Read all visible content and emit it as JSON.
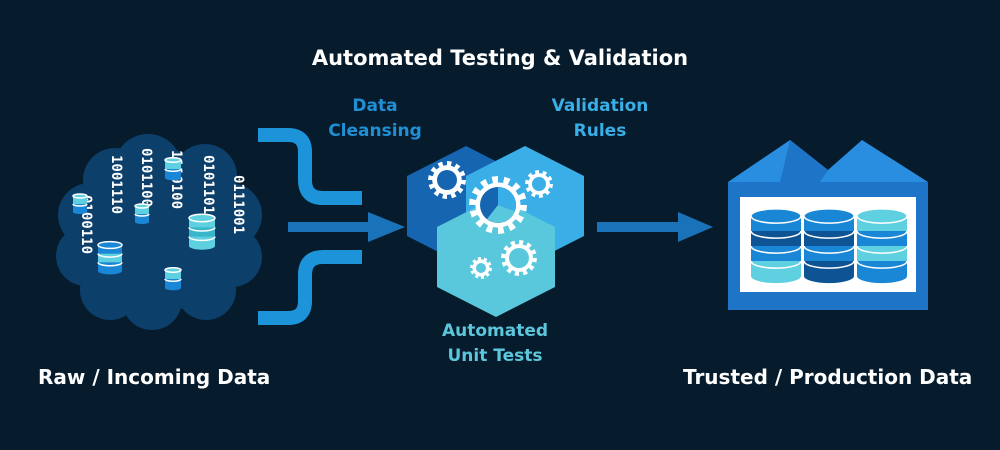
{
  "title": "Automated Testing & Validation",
  "stages": {
    "cleansing": [
      "Data",
      "Cleansing"
    ],
    "validation": [
      "Validation",
      "Rules"
    ],
    "unit_tests": [
      "Automated",
      "Unit Tests"
    ]
  },
  "captions": {
    "source": "Raw / Incoming Data",
    "target": "Trusted / Production Data"
  },
  "binary_columns": [
    "0100110",
    "1001110",
    "0101100",
    "1110100",
    "01011010",
    "0111001"
  ],
  "colors": {
    "background": "#061b2b",
    "cloud": "#0d3f6b",
    "cloud_digits": "#ffffff",
    "arrow": "#1a73b8",
    "funnel": "#1d93d9",
    "hex_dark": "#1565b0",
    "hex_light": "#3aaee6",
    "hex_teal": "#5ac8dc",
    "warehouse": "#1e75c8",
    "warehouse_roof": "#2a8ee0",
    "db_dark": "#0e5494",
    "db_mid": "#1a86d6",
    "db_light": "#5fd0e0"
  },
  "icons": [
    "cloud-icon",
    "database-icon",
    "gear-icon",
    "warehouse-icon",
    "arrow-icon"
  ]
}
